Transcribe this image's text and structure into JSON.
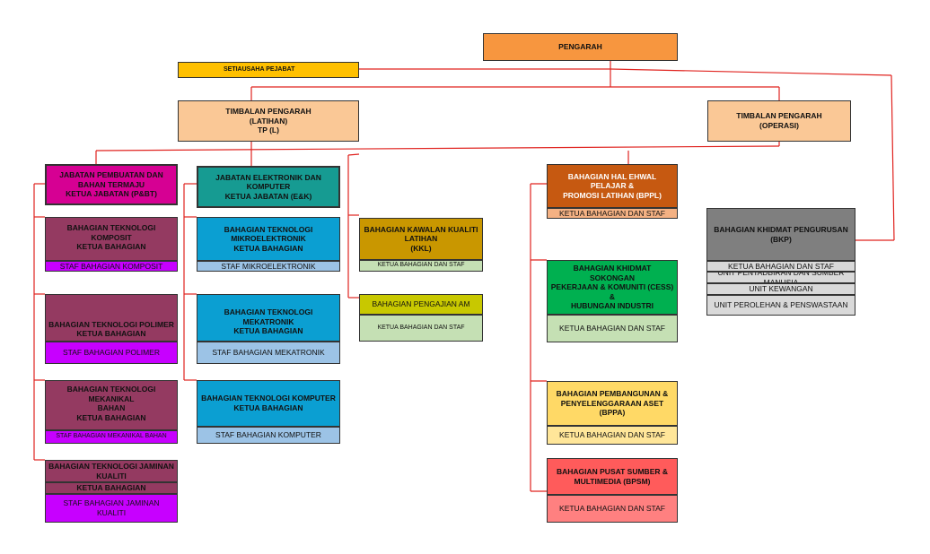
{
  "colors": {
    "line": "#e0231f",
    "orange": "#f7963f",
    "yellow": "#ffc000",
    "peach": "#fac896",
    "magenta": "#d60093",
    "teal": "#169b92",
    "plum": "#943a61",
    "violet": "#c700ff",
    "blue": "#0b9fd2",
    "lightblue": "#9cc3e6",
    "gold": "#c99700",
    "lime": "#c5e0b4",
    "olive": "#c8c800",
    "rust": "#c65911",
    "green": "#00b050",
    "lightyellow": "#ffe699",
    "red": "#ff5b5b",
    "pink": "#ff8080",
    "gray": "#7f7f7f",
    "lightgray": "#d9d9d9"
  },
  "director": "PENGARAH",
  "secretary": "SETIAUSAHA PEJABAT",
  "deputy_training": {
    "line1": "TIMBALAN PENGARAH",
    "line2": "(LATIHAN)",
    "line3": "TP (L)"
  },
  "deputy_operations": {
    "line1": "TIMBALAN PENGARAH",
    "line2": "(OPERASI)"
  },
  "dept_manufacturing": {
    "line1": "JABATAN PEMBUATAN DAN",
    "line2": "BAHAN TERMAJU",
    "line3": "KETUA JABATAN (P&BT)"
  },
  "dept_electronics": {
    "line1": "JABATAN ELEKTRONIK DAN",
    "line2": "KOMPUTER",
    "line3": "KETUA JABATAN (E&K)"
  },
  "composite": {
    "line1": "BAHAGIAN TEKNOLOGI KOMPOSIT",
    "line2": "KETUA BAHAGIAN",
    "staff": "STAF BAHAGIAN KOMPOSIT"
  },
  "polymer": {
    "line1": "BAHAGIAN TEKNOLOGI POLIMER",
    "line2": "KETUA BAHAGIAN",
    "staff": "STAF BAHAGIAN POLIMER"
  },
  "mechanical": {
    "line1": "BAHAGIAN TEKNOLOGI MEKANIKAL",
    "line2": "BAHAN",
    "line3": "KETUA BAHAGIAN",
    "staff": "STAF BAHAGIAN MEKANIKAL BAHAN"
  },
  "quality_tech": {
    "line1": "BAHAGIAN TEKNOLOGI JAMINAN",
    "line2": "KUALITI",
    "line3": "KETUA BAHAGIAN",
    "staff": "STAF BAHAGIAN JAMINAN KUALITI"
  },
  "microelectronics": {
    "line1": "BAHAGIAN TEKNOLOGI",
    "line2": "MIKROELEKTRONIK",
    "line3": "KETUA BAHAGIAN",
    "staff": "STAF MIKROELEKTRONIK"
  },
  "mechatronics": {
    "line1": "BAHAGIAN  TEKNOLOGI MEKATRONIK",
    "line2": "KETUA BAHAGIAN",
    "staff": "STAF BAHAGIAN MEKATRONIK"
  },
  "computer": {
    "line1": "BAHAGIAN TEKNOLOGI KOMPUTER",
    "line2": "KETUA BAHAGIAN",
    "staff": "STAF BAHAGIAN KOMPUTER"
  },
  "quality_control": {
    "line1": "BAHAGIAN KAWALAN KUALITI",
    "line2": "LATIHAN",
    "line3": "(KKL)",
    "staff": "KETUA BAHAGIAN DAN STAF"
  },
  "general_studies": {
    "line1": "BAHAGIAN PENGAJIAN AM",
    "staff": "KETUA BAHAGIAN DAN STAF"
  },
  "student_affairs": {
    "line1": "BAHAGIAN HAL EHWAL PELAJAR &",
    "line2": "PROMOSI LATIHAN (BPPL)",
    "staff": "KETUA BAHAGIAN DAN STAF"
  },
  "career_services": {
    "line1": "BAHAGIAN KHIDMAT SOKONGAN",
    "line2": "PEKERJAAN & KOMUNITI (CESS) &",
    "line3": "HUBUNGAN INDUSTRI",
    "staff": "KETUA BAHAGIAN DAN STAF"
  },
  "asset_dev": {
    "line1": "BAHAGIAN  PEMBANGUNAN &",
    "line2": "PENYELENGGARAAN ASET (BPPA)",
    "staff": "KETUA BAHAGIAN DAN STAF"
  },
  "resource_center": {
    "line1": "BAHAGIAN PUSAT SUMBER &",
    "line2": "MULTIMEDIA (BPSM)",
    "staff": "KETUA BAHAGIAN DAN STAF"
  },
  "management": {
    "title": "BAHAGIAN KHIDMAT PENGURUSAN (BKP)",
    "items": [
      "KETUA BAHAGIAN DAN STAF",
      "UNIT PENTADBIRAN DAN SUMBER MANUSIA",
      "UNIT KEWANGAN",
      "UNIT PEROLEHAN & PENSWASTAAN"
    ]
  }
}
